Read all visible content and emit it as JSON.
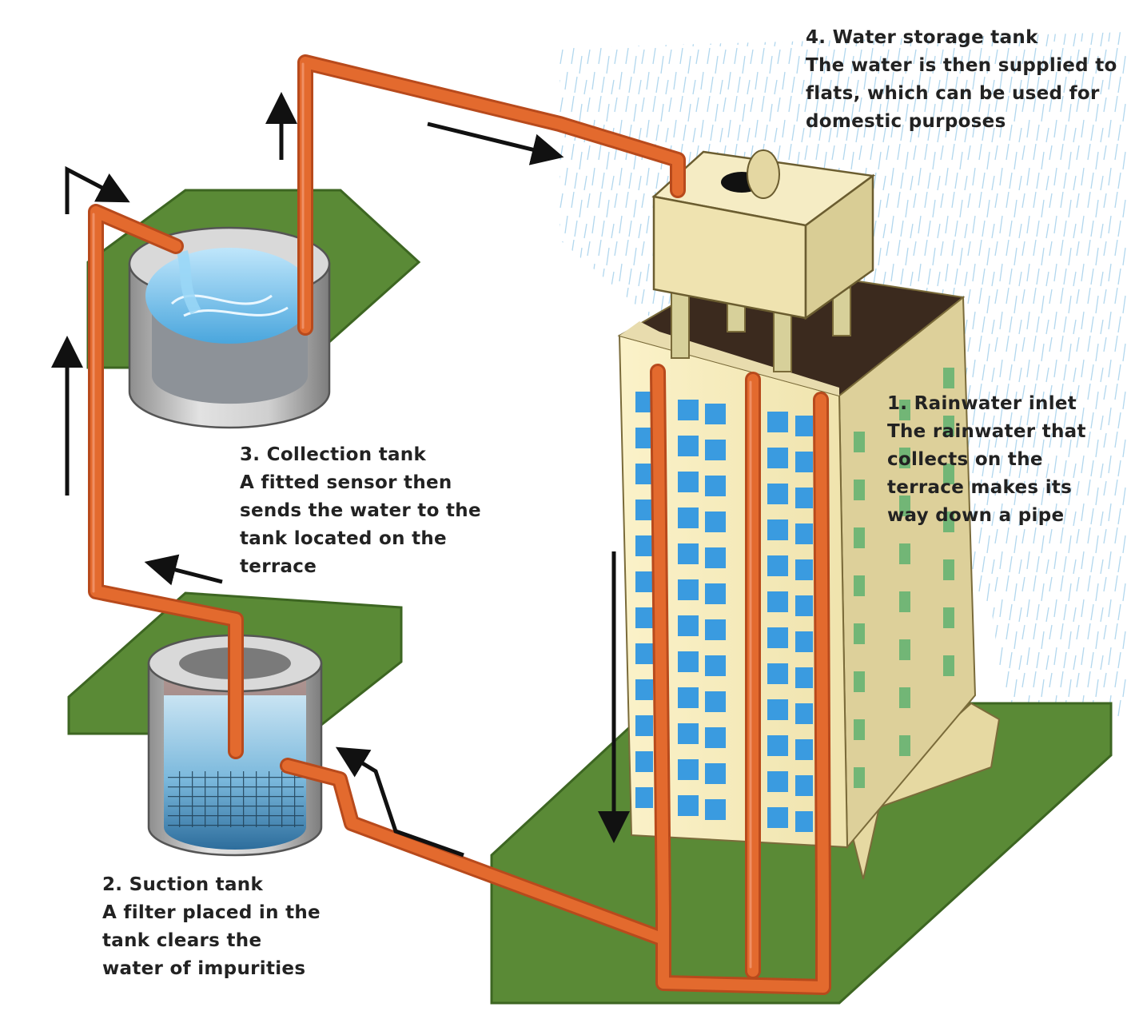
{
  "colors": {
    "pipe": "#e36a2e",
    "pipe_dark": "#b84a1c",
    "ground": "#5a8a36",
    "ground_edge": "#3d6622",
    "building_wall": "#f1e6b6",
    "building_side": "#ddd09a",
    "window": "#3a9be0",
    "water": "#7cc7f0",
    "tank_grey": "#c9c9c9",
    "rain": "#9fcbe6",
    "arrow": "#111111"
  },
  "labels": {
    "storage": {
      "title": "4. Water storage tank",
      "line1": "The water is then supplied to",
      "line2": "flats, which can be used for",
      "line3": "domestic purposes"
    },
    "collection": {
      "title": "3. Collection tank",
      "line1": "A fitted sensor then",
      "line2": "sends the water to the",
      "line3": "tank located on the",
      "line4": "terrace"
    },
    "suction": {
      "title": "2. Suction tank",
      "line1": "A filter placed in the",
      "line2": "tank clears the",
      "line3": "water of impurities"
    },
    "inlet": {
      "title": "1. Rainwater inlet",
      "line1": "The rainwater that",
      "line2": "collects on the",
      "line3": "terrace makes its",
      "line4": "way down a pipe"
    }
  },
  "icons": {
    "flow_arrow": "arrow-icon",
    "tank_lid": "lid-icon"
  }
}
